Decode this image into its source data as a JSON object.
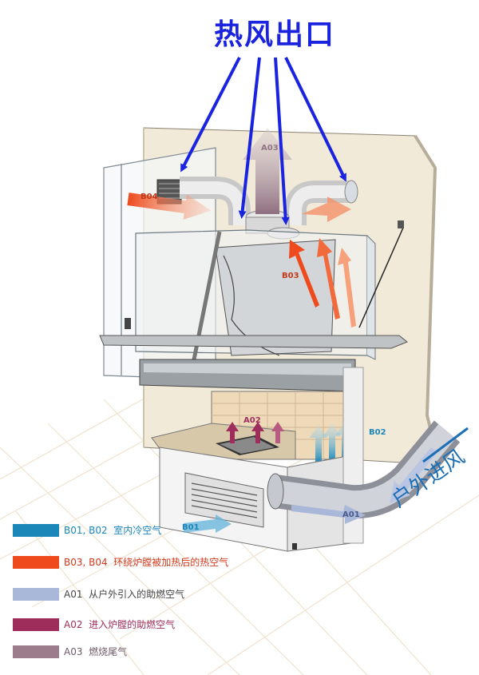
{
  "title": "热风出口",
  "outdoor_label": "户外进风",
  "flow_labels": {
    "a03": "A03",
    "b04": "B04",
    "b03": "B03",
    "a02": "A02",
    "b02": "B02",
    "b01": "B01",
    "a01": "A01"
  },
  "legend": [
    {
      "code": "B01, B02",
      "text": "室内冷空气",
      "color": "#1b86b8"
    },
    {
      "code": "B03, B04",
      "text": "环绕炉膛被加热后的热空气",
      "color": "#ee4a1c"
    },
    {
      "code": "A01",
      "text": "从户外引入的助燃空气",
      "color": "#a9b7d8"
    },
    {
      "code": "A02",
      "text": "进入炉膛的助燃空气",
      "color": "#9e2d5b"
    },
    {
      "code": "A03",
      "text": "燃烧尾气",
      "color": "#9b7d8c"
    }
  ],
  "colors": {
    "title_blue": "#1a24e0",
    "arrow_blue": "#1a24e0",
    "outdoor_blue": "#1d6fb5",
    "hot_air": "#ee4a1c",
    "cold_air": "#1b86b8",
    "exhaust": "#9b7d8c",
    "combustion_in": "#a9b7d8"
  }
}
